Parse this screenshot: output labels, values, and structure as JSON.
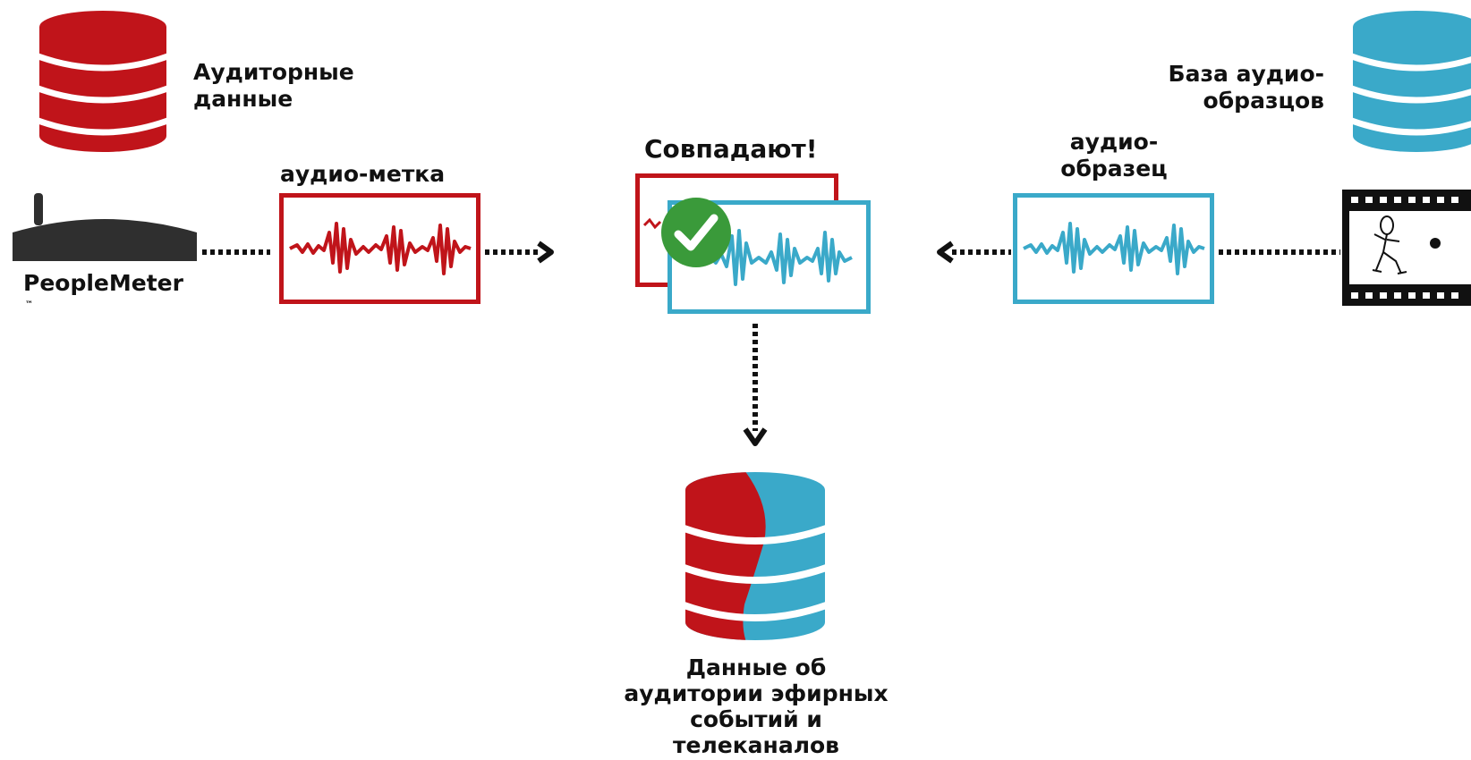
{
  "labels": {
    "audience_data": [
      "Аудиторные",
      "данные"
    ],
    "people_meter": "PeopleMeter",
    "trademark": "™",
    "audio_mark": "аудио-метка",
    "match": "Совпадают!",
    "sample_base": [
      "База аудио-",
      "образцов"
    ],
    "audio_sample": [
      "аудио-",
      "образец"
    ],
    "result": [
      "Данные об",
      "аудитории эфирных",
      "событий и",
      "телеканалов"
    ]
  },
  "colors": {
    "red": "#c0141a",
    "blue": "#3aa9c9",
    "device": "#2f2f2f",
    "check": "#3a9a3a"
  },
  "icons": {
    "audience_db": "database-icon",
    "sample_db": "database-icon",
    "device": "people-meter-device-icon",
    "film": "film-strip-icon",
    "check": "checkmark-icon"
  }
}
